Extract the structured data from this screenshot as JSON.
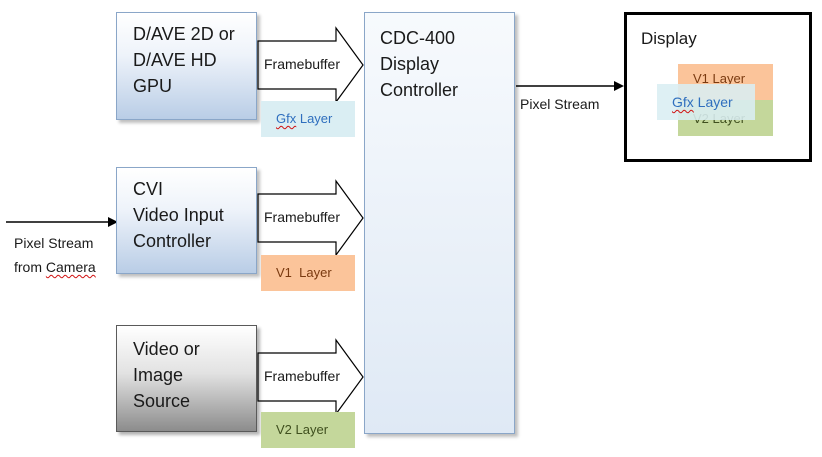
{
  "gpu_block": {
    "text": "D/AVE 2D or\nD/AVE HD\nGPU"
  },
  "cvi_block": {
    "text": "CVI\nVideo Input\nController"
  },
  "video_block": {
    "text": "Video or\nImage\nSource"
  },
  "cdc_block": {
    "text": "CDC-400\nDisplay\nController"
  },
  "framebuffer_label": "Framebuffer",
  "layers": {
    "gfx": {
      "squiggled": "Gfx",
      "rest": " Layer"
    },
    "v1": "V1  Layer",
    "v2": "V2 Layer"
  },
  "pixel_stream_out": "Pixel Stream",
  "camera_input": {
    "line1": "Pixel Stream",
    "line2_a": "from ",
    "line2_b": "Camera"
  },
  "display": {
    "title": "Display",
    "v1": "V1 Layer",
    "gfx": {
      "squiggled": "Gfx",
      "rest": " Layer"
    },
    "v2": "V2 Layer"
  },
  "colors": {
    "gfx": "#daeef3",
    "v1": "#fbc49a",
    "v2": "#c4d79b",
    "source_block_border": "#8aa6c8",
    "video_block_border": "#5a5a5a"
  }
}
